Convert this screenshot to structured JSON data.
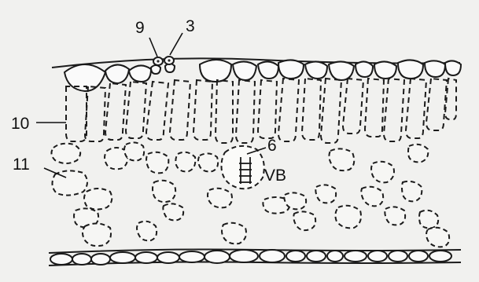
{
  "figure": {
    "labels": {
      "guard_cell": "9",
      "stoma": "3",
      "palisade": "10",
      "spongy": "11",
      "bundle_sheath": "6",
      "vascular_bundle": "VB"
    },
    "colors": {
      "background": "#f1f1ef",
      "outline": "#1c1c1c",
      "chloroplast": "#3a3a3a"
    }
  }
}
